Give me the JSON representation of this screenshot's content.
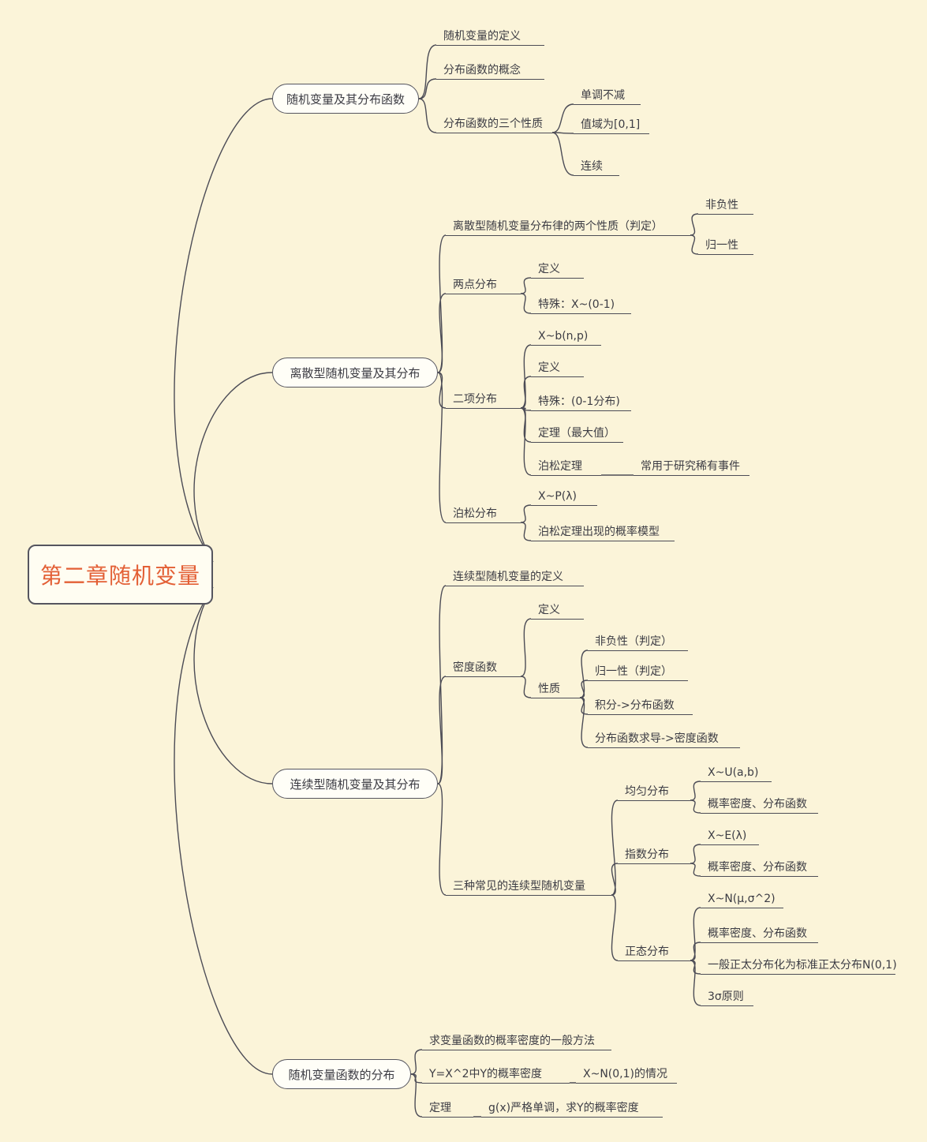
{
  "root": {
    "label": "第二章随机变量"
  },
  "b": [
    {
      "label": "随机变量及其分布函数",
      "children": [
        {
          "label": "随机变量的定义"
        },
        {
          "label": "分布函数的概念"
        },
        {
          "label": "分布函数的三个性质",
          "children": [
            {
              "label": "单调不减"
            },
            {
              "label": "值域为[0,1]"
            },
            {
              "label": "连续"
            }
          ]
        }
      ]
    },
    {
      "label": "离散型随机变量及其分布",
      "children": [
        {
          "label": "离散型随机变量分布律的两个性质（判定）",
          "children": [
            {
              "label": "非负性"
            },
            {
              "label": "归一性"
            }
          ]
        },
        {
          "label": "两点分布",
          "children": [
            {
              "label": "定义"
            },
            {
              "label": "特殊：X~(0-1)"
            }
          ]
        },
        {
          "label": "二项分布",
          "children": [
            {
              "label": "X~b(n,p)"
            },
            {
              "label": "定义"
            },
            {
              "label": "特殊：(0-1分布)"
            },
            {
              "label": "定理（最大值）"
            },
            {
              "label": "泊松定理",
              "children": [
                {
                  "label": "常用于研究稀有事件"
                }
              ]
            }
          ]
        },
        {
          "label": "泊松分布",
          "children": [
            {
              "label": "X~P(λ)"
            },
            {
              "label": "泊松定理出现的概率模型"
            }
          ]
        }
      ]
    },
    {
      "label": "连续型随机变量及其分布",
      "children": [
        {
          "label": "连续型随机变量的定义"
        },
        {
          "label": "密度函数",
          "children": [
            {
              "label": "定义"
            },
            {
              "label": "性质",
              "children": [
                {
                  "label": "非负性（判定）"
                },
                {
                  "label": "归一性（判定）"
                },
                {
                  "label": "积分->分布函数"
                },
                {
                  "label": "分布函数求导->密度函数"
                }
              ]
            }
          ]
        },
        {
          "label": "三种常见的连续型随机变量",
          "children": [
            {
              "label": "均匀分布",
              "children": [
                {
                  "label": "X~U(a,b)"
                },
                {
                  "label": "概率密度、分布函数"
                }
              ]
            },
            {
              "label": "指数分布",
              "children": [
                {
                  "label": "X~E(λ)"
                },
                {
                  "label": "概率密度、分布函数"
                }
              ]
            },
            {
              "label": "正态分布",
              "children": [
                {
                  "label": "X~N(μ,σ^2)"
                },
                {
                  "label": "概率密度、分布函数"
                },
                {
                  "label": "一般正太分布化为标准正太分布N(0,1)"
                },
                {
                  "label": "3σ原则"
                }
              ]
            }
          ]
        }
      ]
    },
    {
      "label": "随机变量函数的分布",
      "children": [
        {
          "label": "求变量函数的概率密度的一般方法"
        },
        {
          "label": "Y=X^2中Y的概率密度",
          "children": [
            {
              "label": "X~N(0,1)的情况"
            }
          ]
        },
        {
          "label": "定理",
          "children": [
            {
              "label": "g(x)严格单调，求Y的概率密度"
            }
          ]
        }
      ]
    }
  ]
}
